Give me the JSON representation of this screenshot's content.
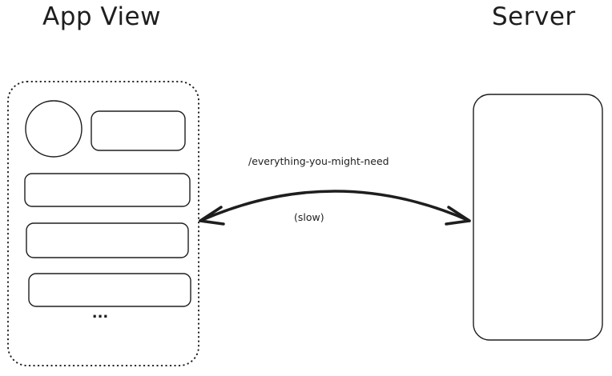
{
  "titles": {
    "app": "App View",
    "server": "Server"
  },
  "arrow": {
    "endpoint": "/everything-you-might-need",
    "note": "(slow)"
  },
  "app_view": {
    "ellipsis": "..."
  },
  "colors": {
    "stroke": "#1e1e1e",
    "background": "#ffffff"
  }
}
